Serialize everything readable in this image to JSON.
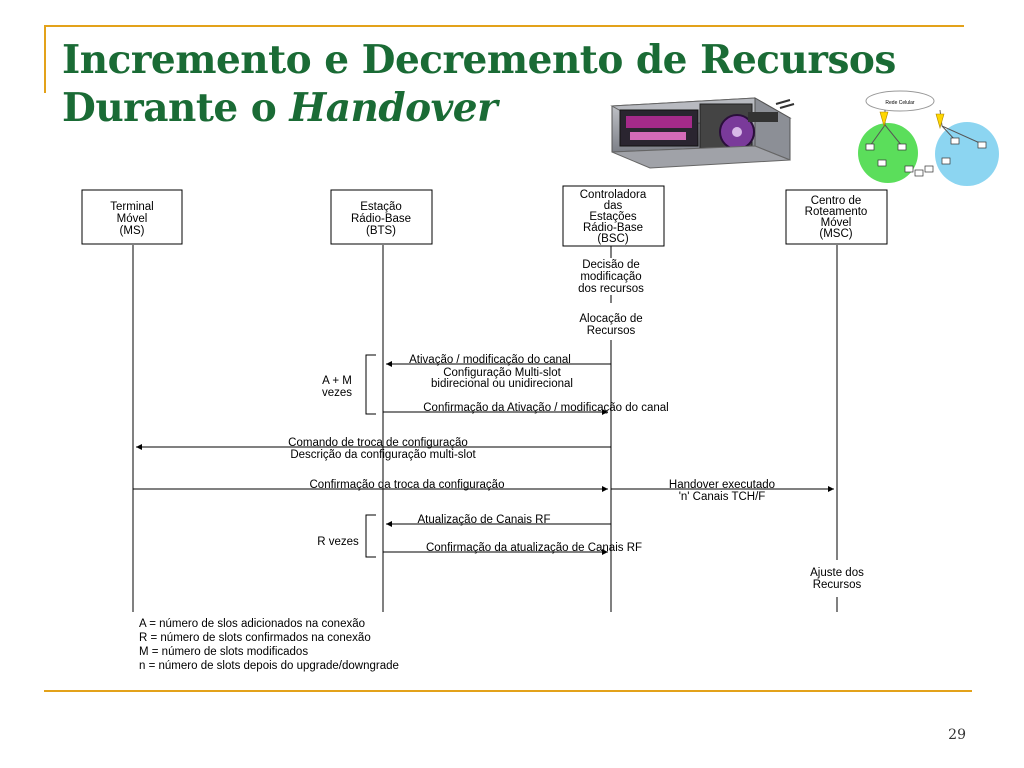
{
  "slide": {
    "title_line1": "Incremento e Decremento de Recursos",
    "title_line2_prefix": "Durante o ",
    "title_line2_italic": "Handover",
    "page_number": "29"
  },
  "illustrations": {
    "equipment": "bts-equipment-photo",
    "network": "cellular-network-diagram",
    "network_cloud_label": "Rede Celular"
  },
  "diagram": {
    "entities": [
      {
        "lines": [
          "Terminal",
          "Móvel",
          "(MS)"
        ]
      },
      {
        "lines": [
          "Estação",
          "Rádio-Base",
          "(BTS)"
        ]
      },
      {
        "lines": [
          "Controladora",
          "das",
          "Estações",
          "Rádio-Base",
          "(BSC)"
        ]
      },
      {
        "lines": [
          "Centro de",
          "Roteamento",
          "Móvel",
          "(MSC)"
        ]
      }
    ],
    "notes": {
      "bsc_decision": [
        "Decisão de",
        "modificação",
        "dos recursos"
      ],
      "bsc_allocation": [
        "Alocação de",
        "Recursos"
      ],
      "msc_adjust": [
        "Ajuste dos",
        "Recursos"
      ]
    },
    "loops": {
      "am": [
        "A + M",
        "vezes"
      ],
      "r": [
        "R vezes"
      ]
    },
    "messages": {
      "m1": "Ativação / modificação do canal",
      "m1_sub": [
        "Configuração Multi-slot",
        "bidirecional ou unidirecional"
      ],
      "m2": "Confirmação da Ativação / modificação do canal",
      "m3": "Comando de troca de configuração",
      "m3_sub": "Descrição da configuração multi-slot",
      "m4": "Confirmação da troca da configuração",
      "m5": "Handover executado",
      "m5_sub": "'n' Canais TCH/F",
      "m6": "Atualização de Canais RF",
      "m7": "Confirmação da atualização de Canais RF"
    },
    "legend": [
      "A = número de slos adicionados na conexão",
      "R = número de slots confirmados na conexão",
      "M = número de slots modificados",
      "n = número de slots depois do upgrade/downgrade"
    ]
  }
}
